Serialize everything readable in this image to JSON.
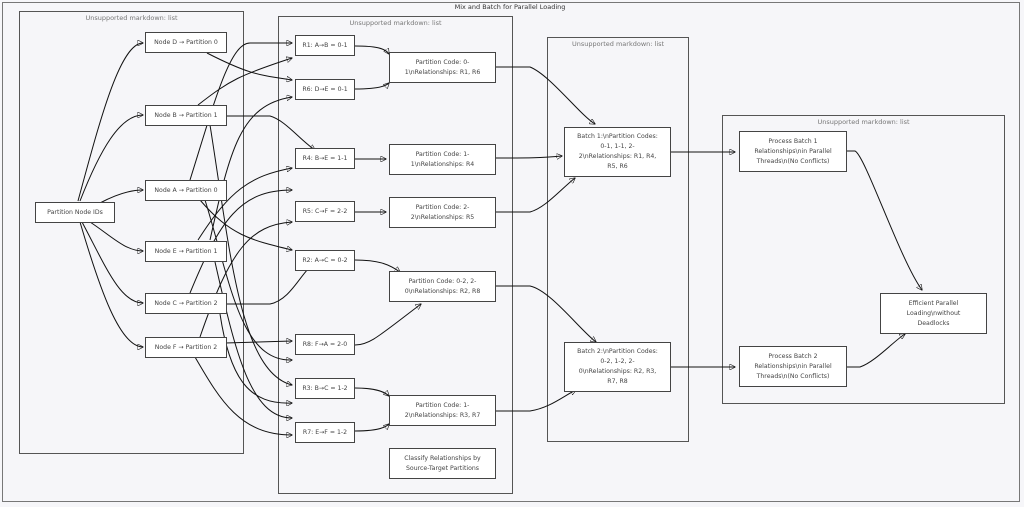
{
  "title": "Mix and Batch for Parallel\nLoading",
  "clusters": {
    "nodes": {
      "label": "Unsupported markdown: list"
    },
    "relationships": {
      "label": "Unsupported markdown: list"
    },
    "batches": {
      "label": "Unsupported markdown: list"
    },
    "processing": {
      "label": "Unsupported markdown: list"
    }
  },
  "nodes": {
    "root": "Partition Node IDs",
    "d": "Node D → Partition 0",
    "b": "Node B → Partition 1",
    "a": "Node A → Partition 0",
    "e": "Node E → Partition 1",
    "c": "Node C → Partition 2",
    "f": "Node F → Partition 2"
  },
  "relationships": {
    "r1": "R1: A→B = 0-1",
    "r6": "R6: D→E = 0-1",
    "r4": "R4: B→E = 1-1",
    "r5": "R5: C→F = 2-2",
    "r2": "R2: A→C = 0-2",
    "r8": "R8: F→A = 2-0",
    "r3": "R3: B→C = 1-2",
    "r7": "R7: E→F = 1-2"
  },
  "codes": {
    "c01": "Partition Code: 0-\n1\\nRelationships: R1, R6",
    "c11": "Partition Code: 1-\n1\\nRelationships: R4",
    "c22": "Partition Code: 2-\n2\\nRelationships: R5",
    "c02": "Partition Code: 0-2, 2-\n0\\nRelationships: R2, R8",
    "c12": "Partition Code: 1-\n2\\nRelationships: R3, R7",
    "classify": "Classify Relationships by\nSource-Target Partitions"
  },
  "batches": {
    "b1": "Batch 1:\\nPartition Codes:\n0-1, 1-1, 2-\n2\\nRelationships: R1, R4,\nR5, R6",
    "b2": "Batch 2:\\nPartition Codes:\n0-2, 1-2, 2-\n0\\nRelationships: R2, R3,\nR7, R8"
  },
  "processing": {
    "p1": "Process Batch 1\nRelationships\\nin Parallel\nThreads\\n(No Conflicts)",
    "p2": "Process Batch 2\nRelationships\\nin Parallel\nThreads\\n(No Conflicts)",
    "result": "Efficient Parallel\nLoading\\nwithout\nDeadlocks"
  }
}
